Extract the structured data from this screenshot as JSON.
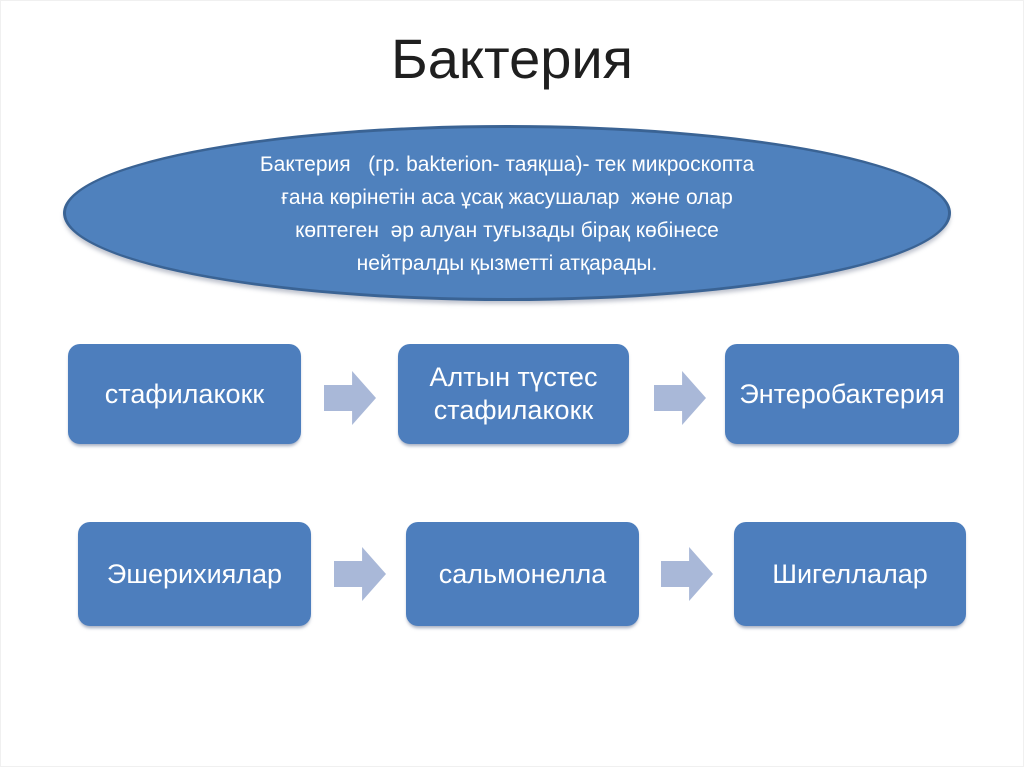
{
  "slide": {
    "title": "Бактерия",
    "ellipse": {
      "line1": "Бактерия   (гр. bakterion- таяқша)- тек микроскопта",
      "line2": "ғана көрінетін аса ұсақ жасушалар  және олар",
      "line3": "көптеген  әр алуан туғызады бірақ көбінесе",
      "line4": "нейтралды қызметті атқарады."
    },
    "rows": [
      {
        "boxes": [
          "стафилакокк",
          "Алтын түстес стафилакокк",
          "Энтеробактерия"
        ]
      },
      {
        "boxes": [
          "Эшерихиялар",
          "сальмонелла",
          "Шигеллалар"
        ]
      }
    ],
    "colors": {
      "shape_fill": "#4d7ebd",
      "shape_border": "#3a6394",
      "arrow_fill": "#a9b8d8",
      "title_color": "#1f1f1f",
      "shape_text": "#ffffff"
    }
  }
}
